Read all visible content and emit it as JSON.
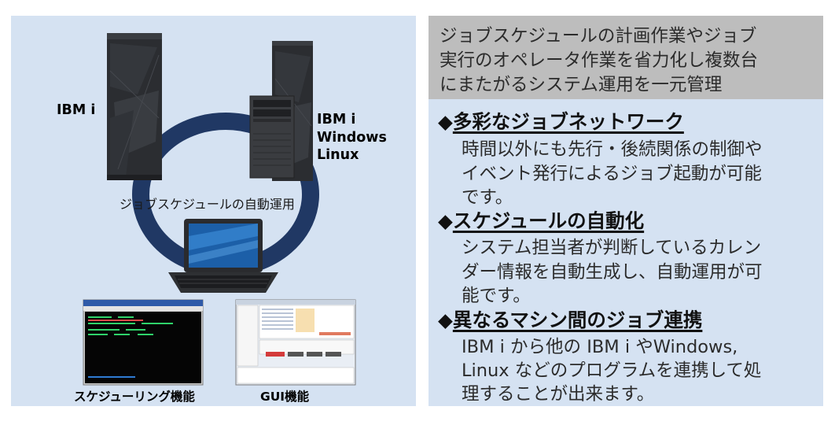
{
  "diagram": {
    "labels": {
      "server_left": "IBM i",
      "server_right": [
        "IBM i",
        "Windows",
        "Linux"
      ],
      "ring_caption": "ジョブスケジュールの自動運用",
      "screen_left": "スケジューリング機能",
      "screen_right": "GUI機能"
    },
    "colors": {
      "panel_bg": "#d5e2f2",
      "ring": "#203864",
      "header_bg": "#bdbdbd",
      "terminal_text": "#2fd36a"
    }
  },
  "text_panel": {
    "header": [
      "ジョブスケジュールの計画作業やジョブ",
      "実行のオペレータ作業を省力化し複数台",
      "にまたがるシステム運用を一元管理"
    ],
    "sections": [
      {
        "bullet": "◆",
        "title": "多彩なジョブネットワーク",
        "lines": [
          "時間以外にも先行・後続関係の制御や",
          "イベント発行によるジョブ起動が可能",
          "です。"
        ]
      },
      {
        "bullet": "◆",
        "title": "スケジュールの自動化",
        "lines": [
          "システム担当者が判断しているカレン",
          "ダー情報を自動生成し、自動運用が可",
          "能です。"
        ]
      },
      {
        "bullet": "◆",
        "title": "異なるマシン間のジョブ連携",
        "lines": [
          "IBM i から他の IBM i やWindows,",
          "Linux などのプログラムを連携して処",
          "理することが出来ます。"
        ]
      }
    ]
  }
}
